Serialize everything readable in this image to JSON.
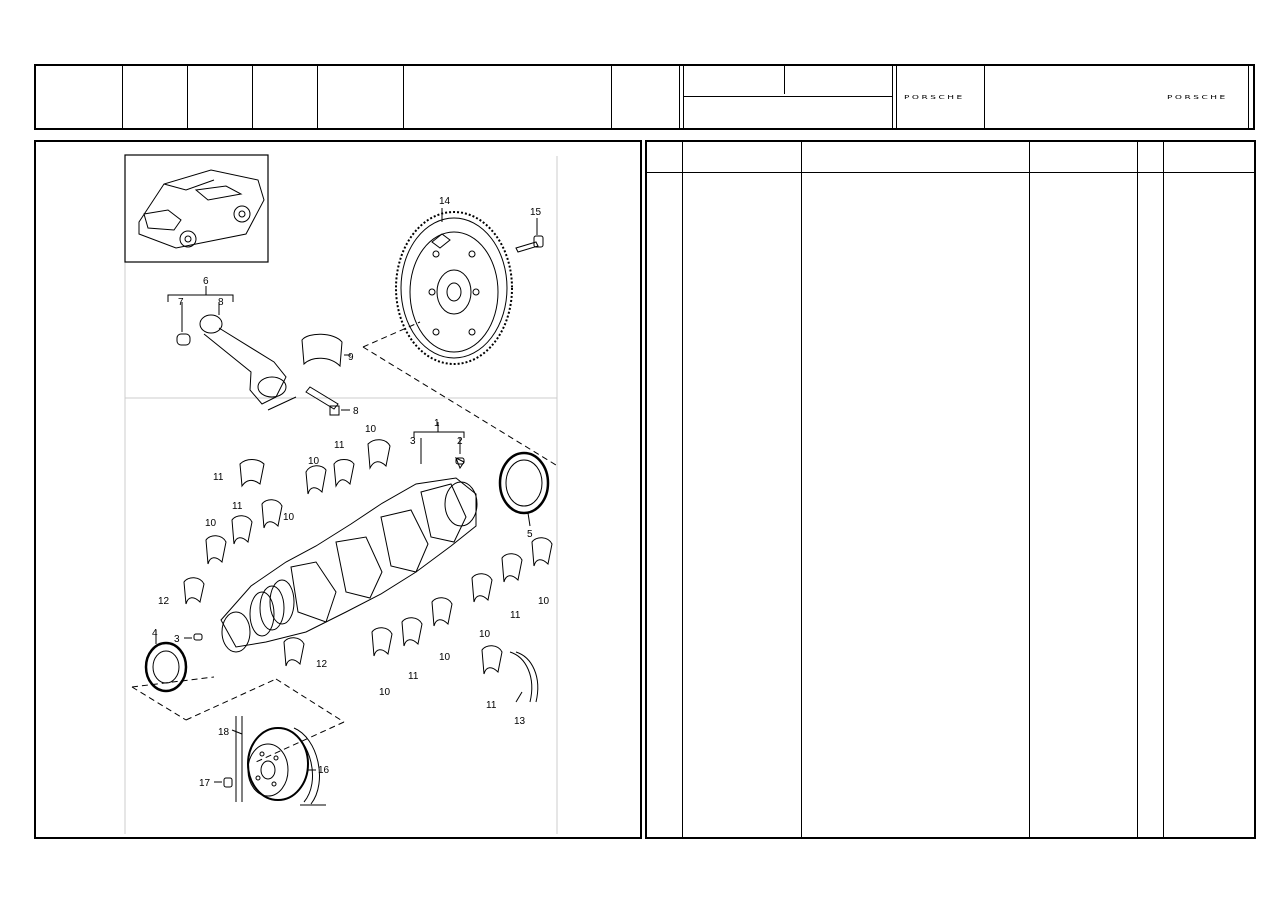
{
  "header": {
    "brand_logo_left": "PORSCHE",
    "brand_logo_right": "PORSCHE"
  },
  "diagram": {
    "callouts": {
      "c1": "1",
      "c2": "2",
      "c3a": "3",
      "c3b": "3",
      "c4": "4",
      "c5": "5",
      "c6": "6",
      "c7": "7",
      "c8a": "8",
      "c8b": "8",
      "c9": "9",
      "c10a": "10",
      "c10b": "10",
      "c10c": "10",
      "c10d": "10",
      "c10e": "10",
      "c10f": "10",
      "c10g": "10",
      "c10h": "10",
      "c11a": "11",
      "c11b": "11",
      "c11c": "11",
      "c11d": "11",
      "c11e": "11",
      "c11f": "11",
      "c12a": "12",
      "c12b": "12",
      "c13": "13",
      "c14": "14",
      "c15": "15",
      "c16": "16",
      "c17": "17",
      "c18": "18"
    }
  },
  "parts_table": {
    "columns": [
      "",
      "",
      "",
      "",
      "",
      "",
      ""
    ],
    "rows": []
  }
}
